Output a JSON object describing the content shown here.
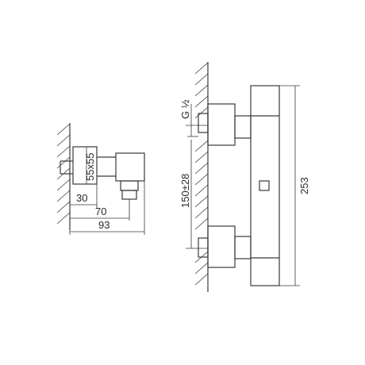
{
  "side_view": {
    "dim_square": "55x55",
    "dim_depth_inner": "30",
    "dim_depth_outlet": "70",
    "dim_depth_total": "93"
  },
  "front_view": {
    "dim_thread": "G ½",
    "dim_centers": "150±28",
    "dim_height": "253"
  },
  "colors": {
    "line": "#3a3a3a",
    "background": "#ffffff"
  }
}
